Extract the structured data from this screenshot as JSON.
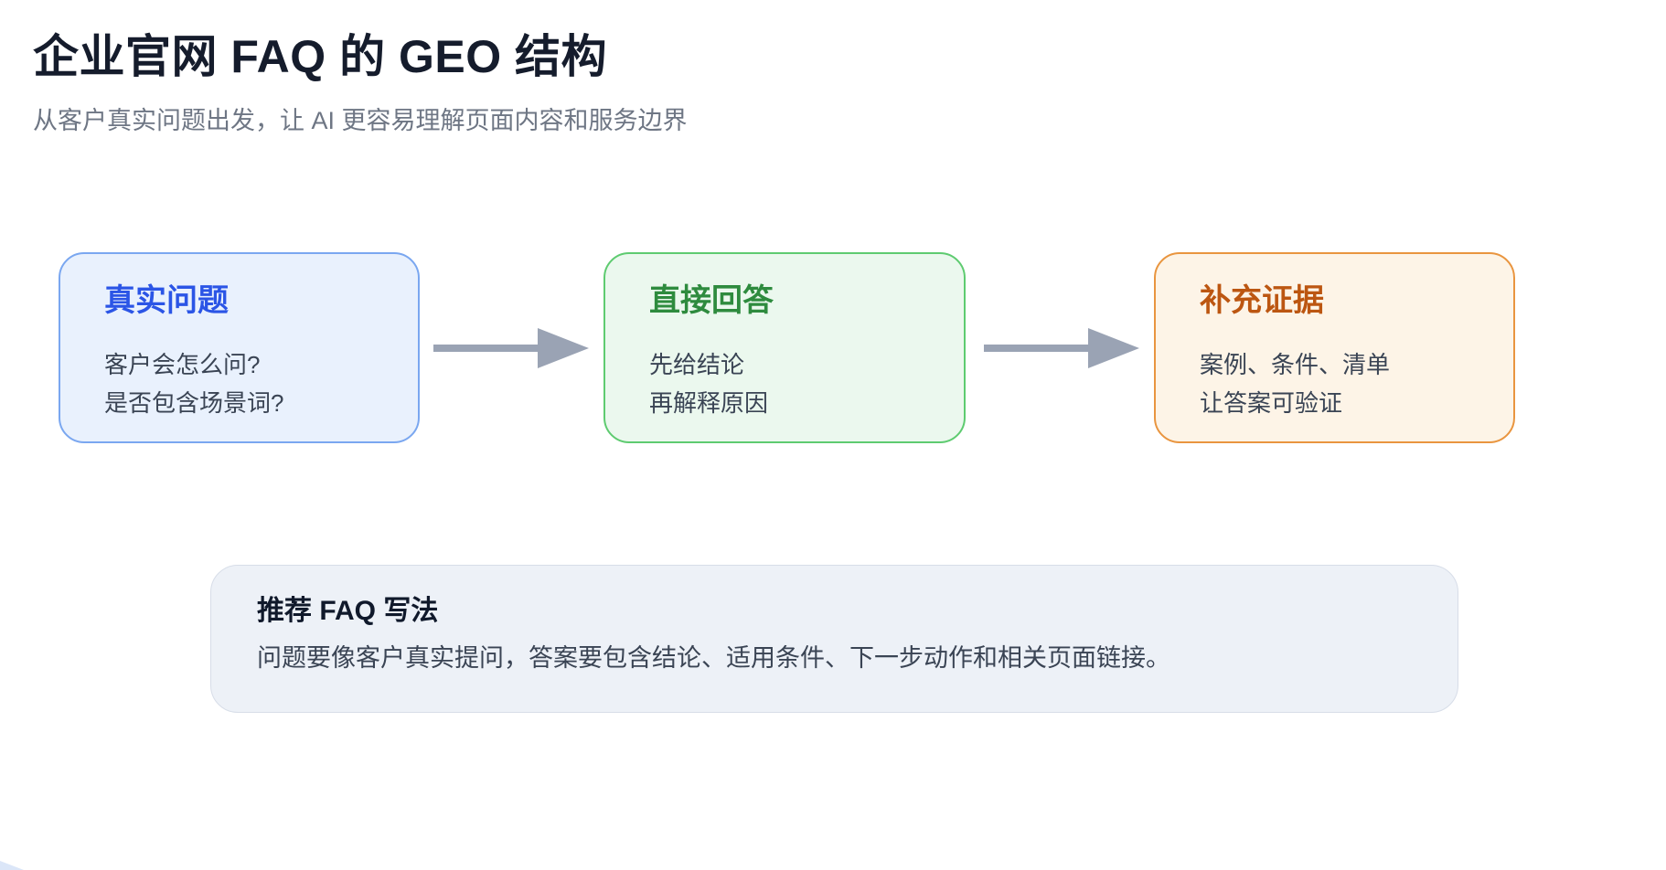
{
  "page": {
    "title": "企业官网 FAQ 的 GEO 结构",
    "subtitle": "从客户真实问题出发，让 AI 更容易理解页面内容和服务边界"
  },
  "flow": {
    "arrow_color": "#9aa3b4",
    "steps": [
      {
        "title": "真实问题",
        "line1": "客户会怎么问?",
        "line2": "是否包含场景词?",
        "title_color": "#2b55e6",
        "bg_color": "#e9f1fd",
        "border_color": "#7aa7f0"
      },
      {
        "title": "直接回答",
        "line1": "先给结论",
        "line2": "再解释原因",
        "title_color": "#2e8b3e",
        "bg_color": "#ebf8ee",
        "border_color": "#5ecb70"
      },
      {
        "title": "补充证据",
        "line1": "案例、条件、清单",
        "line2": "让答案可验证",
        "title_color": "#bc5611",
        "bg_color": "#fdf4e7",
        "border_color": "#e9953f"
      }
    ]
  },
  "note": {
    "title": "推荐 FAQ 写法",
    "body": "问题要像客户真实提问，答案要包含结论、适用条件、下一步动作和相关页面链接。"
  },
  "colors": {
    "heading_text": "#151c2c",
    "subtitle_text": "#6e7684",
    "body_text": "#3a4454",
    "note_bg": "#edf1f7",
    "corner_peek": "#dbe6f8"
  }
}
